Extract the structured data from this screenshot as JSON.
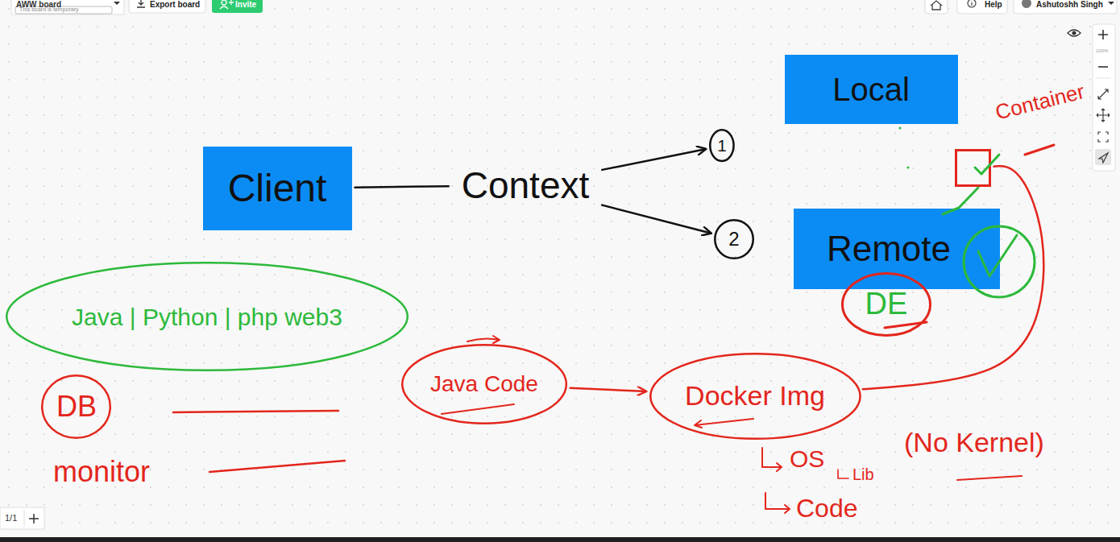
{
  "diagram": {
    "nodes": [
      {
        "text": [
          "Local"
        ]
      },
      {
        "text": [
          "Client"
        ]
      },
      {
        "text": [
          "Context"
        ]
      },
      {
        "text": [
          "1"
        ]
      },
      {
        "text": [
          "Container"
        ]
      },
      {
        "text": [
          "2"
        ]
      },
      {
        "text": [
          "Remote"
        ]
      },
      {
        "text": [
          "DE"
        ]
      },
      {
        "text": [
          "Java | Python | php web3"
        ]
      },
      {
        "text": [
          "DB"
        ]
      },
      {
        "text": [
          "Java Code"
        ]
      },
      {
        "text": [
          "Docker Img"
        ]
      }
    ],
    "edges": [
      {
        "from": 1,
        "to": 2,
        "arrow": "none"
      },
      {
        "from": 2,
        "to": 3,
        "arrow": "to"
      },
      {
        "from": 2,
        "to": 5,
        "arrow": "to"
      },
      {
        "from": 10,
        "to": 11,
        "arrow": "to"
      },
      {
        "from": 11,
        "to": 4,
        "arrow": "none"
      }
    ],
    "labels": [
      "AWW board",
      "This board is temporary",
      "Export board",
      "Invite",
      "Help",
      "Ashutoshh Singh",
      "100%",
      "monitor",
      "OS",
      "Lib",
      "(No Kernel)",
      "Code",
      "1/1"
    ]
  }
}
